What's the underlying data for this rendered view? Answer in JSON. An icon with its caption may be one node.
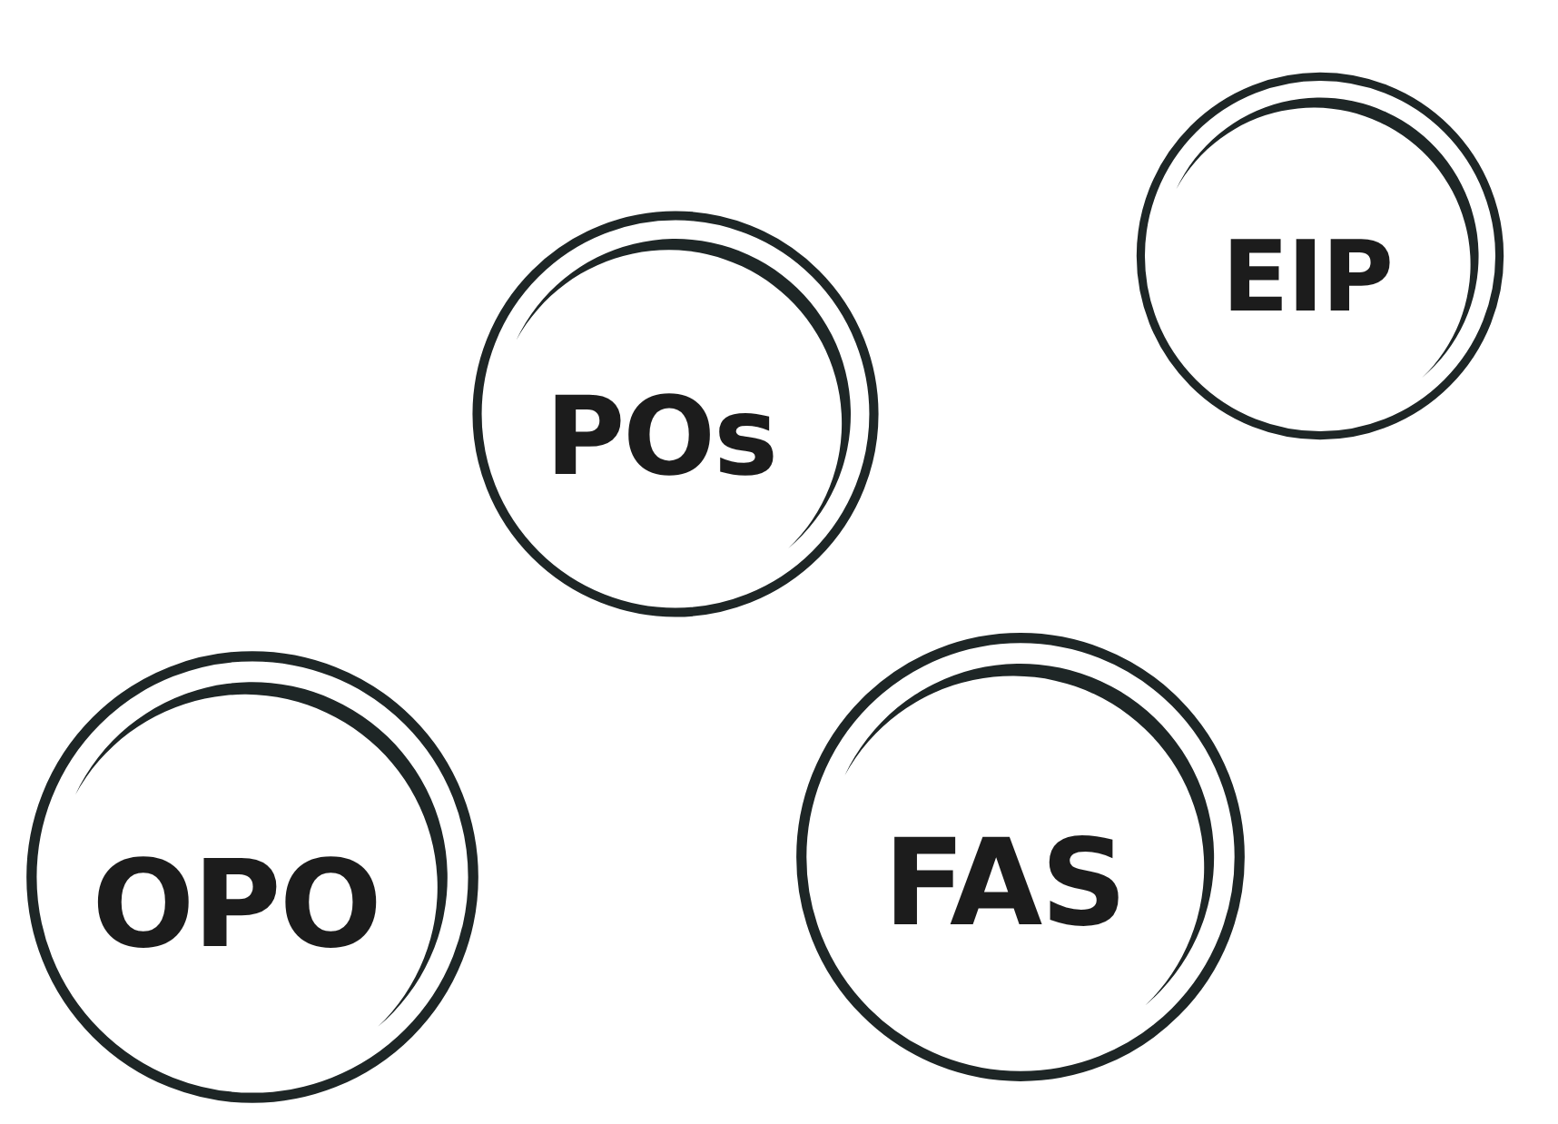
{
  "diagram": {
    "nodes": [
      {
        "text": [
          "POs"
        ]
      },
      {
        "text": [
          "EIP"
        ]
      },
      {
        "text": [
          "OPO"
        ]
      },
      {
        "text": [
          "FAS"
        ]
      }
    ]
  }
}
